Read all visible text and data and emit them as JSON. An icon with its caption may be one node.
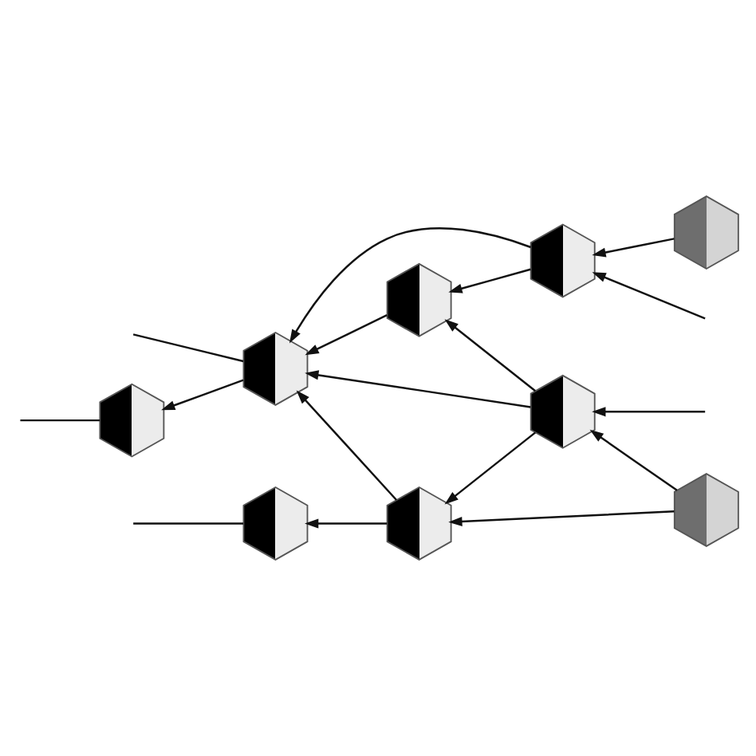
{
  "diagram": {
    "nodes": [
      {
        "text": [],
        "shape": "cube"
      },
      {
        "text": [],
        "shape": "cube"
      },
      {
        "text": [],
        "shape": "cube"
      },
      {
        "text": [],
        "shape": "cube"
      },
      {
        "text": [],
        "shape": "cube"
      },
      {
        "text": [],
        "shape": "cube"
      },
      {
        "text": [],
        "shape": "cube"
      },
      {
        "text": [],
        "shape": "cube"
      },
      {
        "text": [],
        "shape": "cube"
      }
    ],
    "edges": [
      {
        "from": 1,
        "to": 0,
        "arrow": "to"
      },
      {
        "from": 2,
        "to": 1,
        "arrow": "to"
      },
      {
        "from": 2,
        "to": 3,
        "arrow": "to"
      },
      {
        "from": 3,
        "to": 1,
        "arrow": "to"
      },
      {
        "from": null,
        "to": 3,
        "arrow": "to"
      },
      {
        "from": 1,
        "to": 4,
        "arrow": "to"
      },
      {
        "from": 3,
        "to": 4,
        "arrow": "to"
      },
      {
        "from": 5,
        "to": 4,
        "arrow": "to"
      },
      {
        "from": 7,
        "to": 4,
        "arrow": "to"
      },
      {
        "from": 3,
        "to": 7,
        "arrow": "to"
      },
      {
        "from": null,
        "to": 5,
        "arrow": "to"
      },
      {
        "from": 8,
        "to": 5,
        "arrow": "to"
      },
      {
        "from": 5,
        "to": 7,
        "arrow": "to"
      },
      {
        "from": 4,
        "to": 6,
        "arrow": "to"
      },
      {
        "from": 0,
        "to": null,
        "arrow": "none"
      },
      {
        "from": 4,
        "to": null,
        "arrow": "none"
      },
      {
        "from": 6,
        "to": null,
        "arrow": "none"
      }
    ]
  }
}
